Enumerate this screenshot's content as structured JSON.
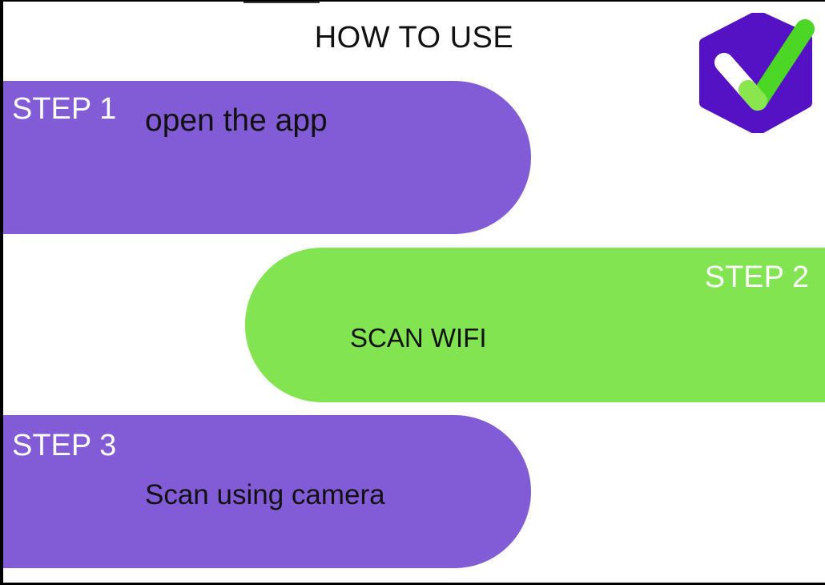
{
  "title": "HOW TO USE",
  "logo": {
    "icon": "checkmark-shield-logo",
    "colors": {
      "hexagon": "#5512C4",
      "check_short": "#8AE64E",
      "check_long": "#4CD625"
    }
  },
  "steps": [
    {
      "label": "STEP 1",
      "text": "open the app",
      "color": "#825CD6",
      "side": "left"
    },
    {
      "label": "STEP 2",
      "text": "SCAN WIFI",
      "color": "#82E450",
      "side": "right"
    },
    {
      "label": "STEP 3",
      "text": "Scan using camera",
      "color": "#825CD6",
      "side": "left"
    }
  ]
}
